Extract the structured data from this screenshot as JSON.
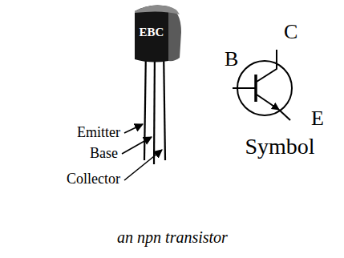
{
  "diagram": {
    "caption": "an npn transistor",
    "nodes": [
      {
        "text": [
          "EBC"
        ]
      }
    ],
    "labels": [
      "Emitter",
      "Base",
      "Collector",
      "B",
      "C",
      "E",
      "Symbol"
    ]
  }
}
